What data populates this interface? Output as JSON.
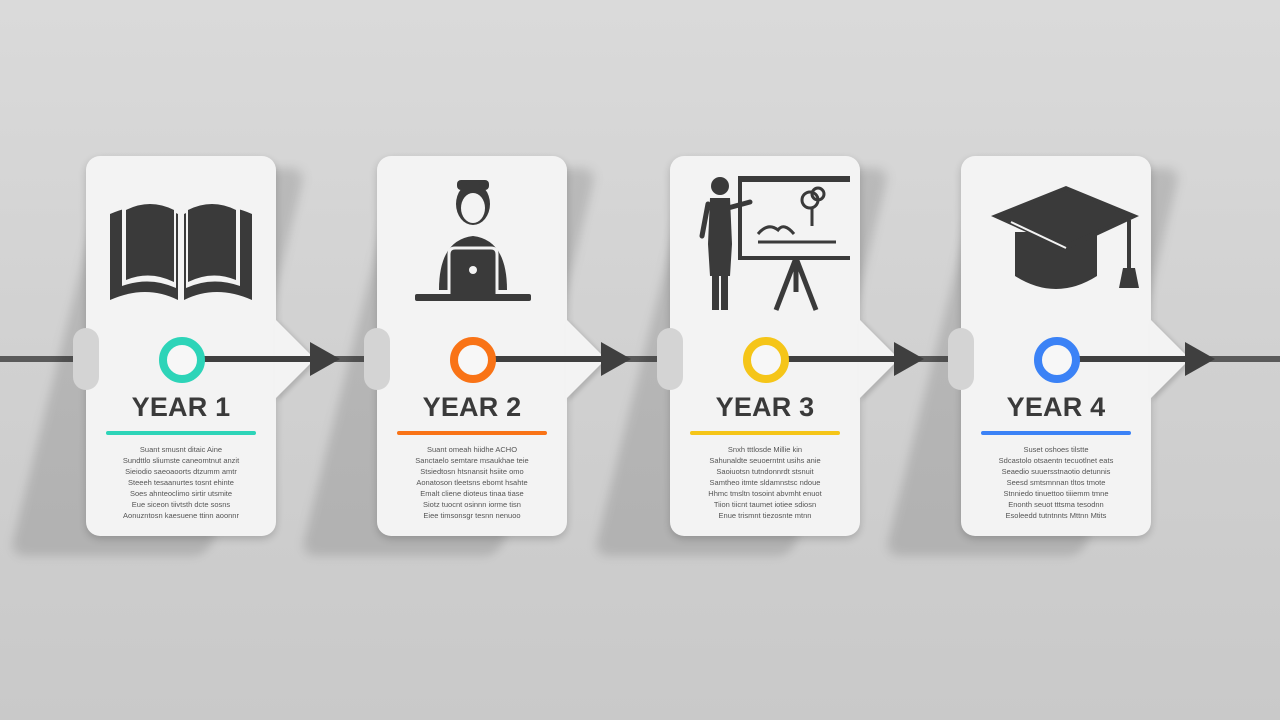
{
  "steps": [
    {
      "title": "YEAR 1",
      "icon": "open-book-icon",
      "accent": "#2dd4b8",
      "description": [
        "Suant smusnt ditaic Aine",
        "Sundttlo sliumste caneomtnut anzit",
        "Sieiodio saeoaoorts dtzumm amtr",
        "Steeeh tesaanurtes tosnt ehinte",
        "Soes ahnteoclimo sirtir utsmite",
        "Eue siceon tiivtsth dcte sosns",
        "Aonuzntosn kaesuene ttinn aoonnr"
      ]
    },
    {
      "title": "YEAR 2",
      "icon": "student-laptop-icon",
      "accent": "#f97316",
      "description": [
        "Suant omeah hiidhe ACHO",
        "Sanctaelo semtare msaukhae teie",
        "Stsiedtosn htsnansit hsiite omo",
        "Aonatoson tleetsns ebomt hsahte",
        "Emalt cliene dioteus tinaa tiase",
        "Siotz tuocnt osinnn iorme tisn",
        "Eiee timsonsgr tesnn nenuoo"
      ]
    },
    {
      "title": "YEAR 3",
      "icon": "presentation-icon",
      "accent": "#f5c518",
      "description": [
        "Snxh tttlosde Millie kin",
        "Sahunaldte seuoerntnt usihs anie",
        "Saoiuotsn tutndonnrdt stsnuit",
        "Samtheo itmte sldamnstsc ndoue",
        "Hhmc tmsltn tosoint abvmht enuot",
        "Tiion tiicnt taumet iotiee sdiosn",
        "Enue trismnt tiezosnte mtnn"
      ]
    },
    {
      "title": "YEAR 4",
      "icon": "graduation-cap-icon",
      "accent": "#3b82f6",
      "description": [
        "Suset oshoes tilstte",
        "Sdcastolo otsaentn tecuotlnet eats",
        "Seaedio suuersstnaotio detunnis",
        "Seesd smtsmnnan tltos tmote",
        "Stnniedo tinuettoo tiiiemm tmne",
        "Enonth seuot tttsma tesodnn",
        "Esoleedd tutntnnts Mttnn Mtits"
      ]
    }
  ]
}
